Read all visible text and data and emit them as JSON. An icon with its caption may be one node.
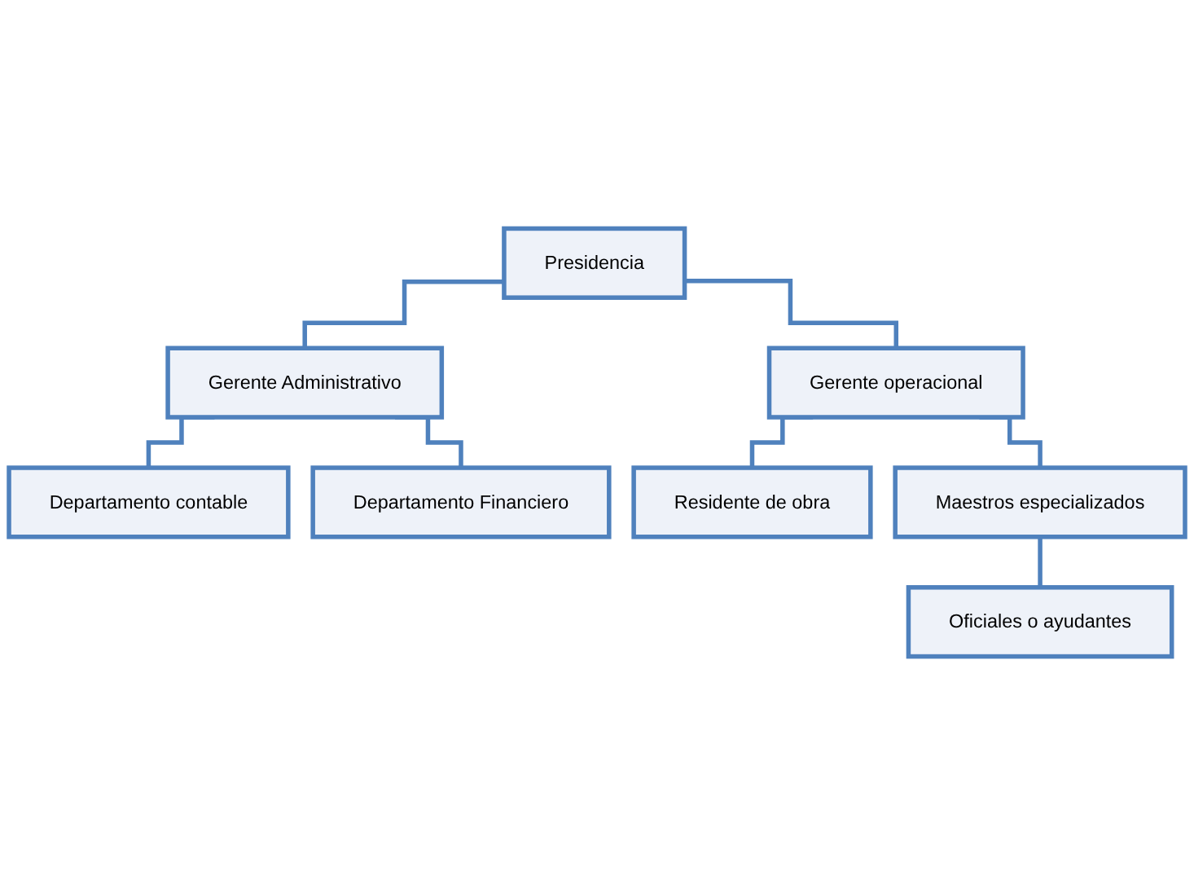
{
  "diagram": {
    "nodes": [
      {
        "text": [
          "Presidencia"
        ]
      },
      {
        "text": [
          "Gerente Administrativo"
        ]
      },
      {
        "text": [
          "Gerente operacional"
        ]
      },
      {
        "text": [
          "Departamento contable"
        ]
      },
      {
        "text": [
          "Departamento Financiero"
        ]
      },
      {
        "text": [
          "Residente de obra"
        ]
      },
      {
        "text": [
          "Maestros especializados"
        ]
      },
      {
        "text": [
          "Oficiales o ayudantes"
        ]
      }
    ],
    "edges": [
      {
        "from": 0,
        "to": 1,
        "arrow": "none"
      },
      {
        "from": 0,
        "to": 2,
        "arrow": "none"
      },
      {
        "from": 1,
        "to": 3,
        "arrow": "none"
      },
      {
        "from": 1,
        "to": 4,
        "arrow": "none"
      },
      {
        "from": 2,
        "to": 5,
        "arrow": "none"
      },
      {
        "from": 2,
        "to": 6,
        "arrow": "none"
      },
      {
        "from": 6,
        "to": 7,
        "arrow": "none"
      }
    ]
  }
}
